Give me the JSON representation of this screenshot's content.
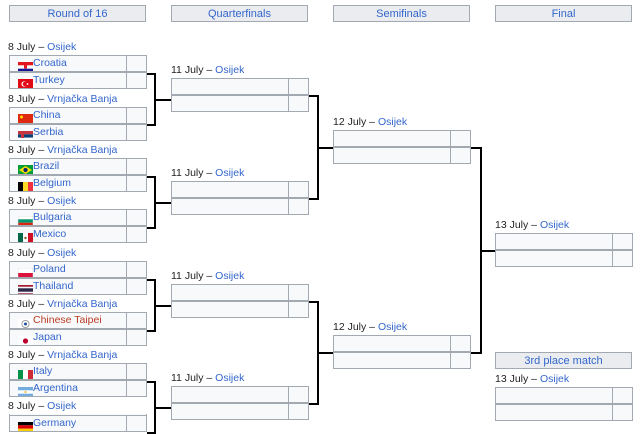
{
  "headers": {
    "r16": "Round of 16",
    "qf": "Quarterfinals",
    "sf": "Semifinals",
    "final": "Final",
    "third": "3rd place match"
  },
  "r16": [
    {
      "date": "8 July – ",
      "venue": "Osijek",
      "team1": "Croatia",
      "team2": "Turkey"
    },
    {
      "date": "8 July – ",
      "venue": "Vrnjačka Banja",
      "team1": "China",
      "team2": "Serbia"
    },
    {
      "date": "8 July – ",
      "venue": "Vrnjačka Banja",
      "team1": "Brazil",
      "team2": "Belgium"
    },
    {
      "date": "8 July – ",
      "venue": "Osijek",
      "team1": "Bulgaria",
      "team2": "Mexico"
    },
    {
      "date": "8 July – ",
      "venue": "Osijek",
      "team1": "Poland",
      "team2": "Thailand"
    },
    {
      "date": "8 July – ",
      "venue": "Vrnjačka Banja",
      "team1": "Chinese Taipei",
      "team2": "Japan"
    },
    {
      "date": "8 July – ",
      "venue": "Vrnjačka Banja",
      "team1": "Italy",
      "team2": "Argentina"
    },
    {
      "date": "8 July – ",
      "venue": "Osijek",
      "team1": "",
      "team2": "Germany"
    }
  ],
  "qf": [
    {
      "date": "11 July – ",
      "venue": "Osijek"
    },
    {
      "date": "11 July – ",
      "venue": "Osijek"
    },
    {
      "date": "11 July – ",
      "venue": "Osijek"
    },
    {
      "date": "11 July – ",
      "venue": "Osijek"
    }
  ],
  "sf": [
    {
      "date": "12 July – ",
      "venue": "Osijek"
    },
    {
      "date": "12 July – ",
      "venue": "Osijek"
    }
  ],
  "final": {
    "date": "13 July – ",
    "venue": "Osijek"
  },
  "third": {
    "date": "13 July – ",
    "venue": "Osijek"
  },
  "flags": {
    "Croatia": "croatia-flag-icon",
    "Turkey": "turkey-flag-icon",
    "China": "china-flag-icon",
    "Serbia": "serbia-flag-icon",
    "Brazil": "brazil-flag-icon",
    "Belgium": "belgium-flag-icon",
    "Bulgaria": "bulgaria-flag-icon",
    "Mexico": "mexico-flag-icon",
    "Poland": "poland-flag-icon",
    "Thailand": "thailand-flag-icon",
    "Chinese Taipei": "chinese-taipei-flag-icon",
    "Japan": "japan-flag-icon",
    "Italy": "italy-flag-icon",
    "Argentina": "argentina-flag-icon",
    "Germany": "germany-flag-icon"
  },
  "colors": {
    "link": "#3366cc",
    "taipei_link": "#ba3c24",
    "header_bg": "#eaecf0",
    "border": "#a2a9b1"
  }
}
